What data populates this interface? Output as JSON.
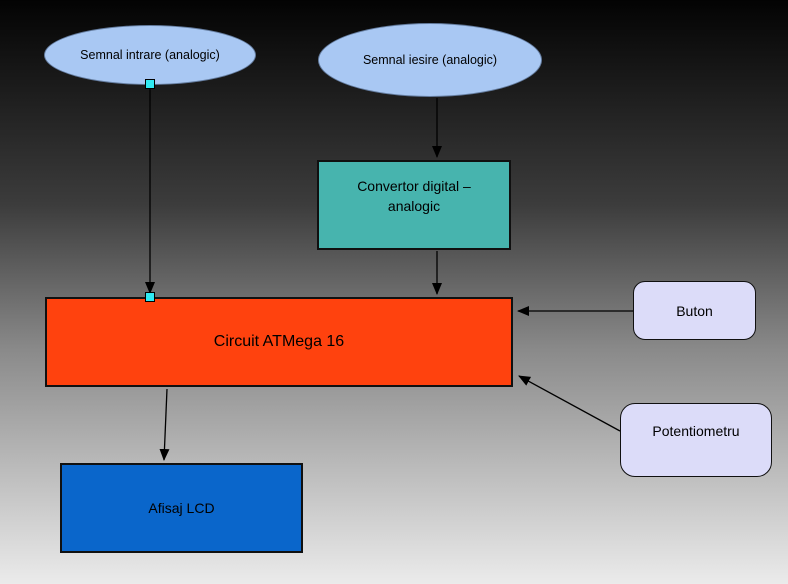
{
  "nodes": {
    "input": {
      "label": "Semnal intrare (analogic)"
    },
    "output": {
      "label": "Semnal iesire (analogic)"
    },
    "dac": {
      "label": "Convertor digital – analogic"
    },
    "mcu": {
      "label": "Circuit ATMega 16"
    },
    "button": {
      "label": "Buton"
    },
    "potentiometer": {
      "label": "Potentiometru"
    },
    "lcd": {
      "label": "Afisaj LCD"
    }
  },
  "colors": {
    "background_top": "#030303",
    "background_bottom": "#ebebeb",
    "ellipse_fill": "#a9c8f3",
    "dac_fill": "#47b4ae",
    "mcu_fill": "#ff420e",
    "lcd_fill": "#0a66cb",
    "side_box_fill": "#dcdcf9",
    "connector_stroke": "#000000",
    "selection_handle_fill": "#2fe9f2"
  }
}
